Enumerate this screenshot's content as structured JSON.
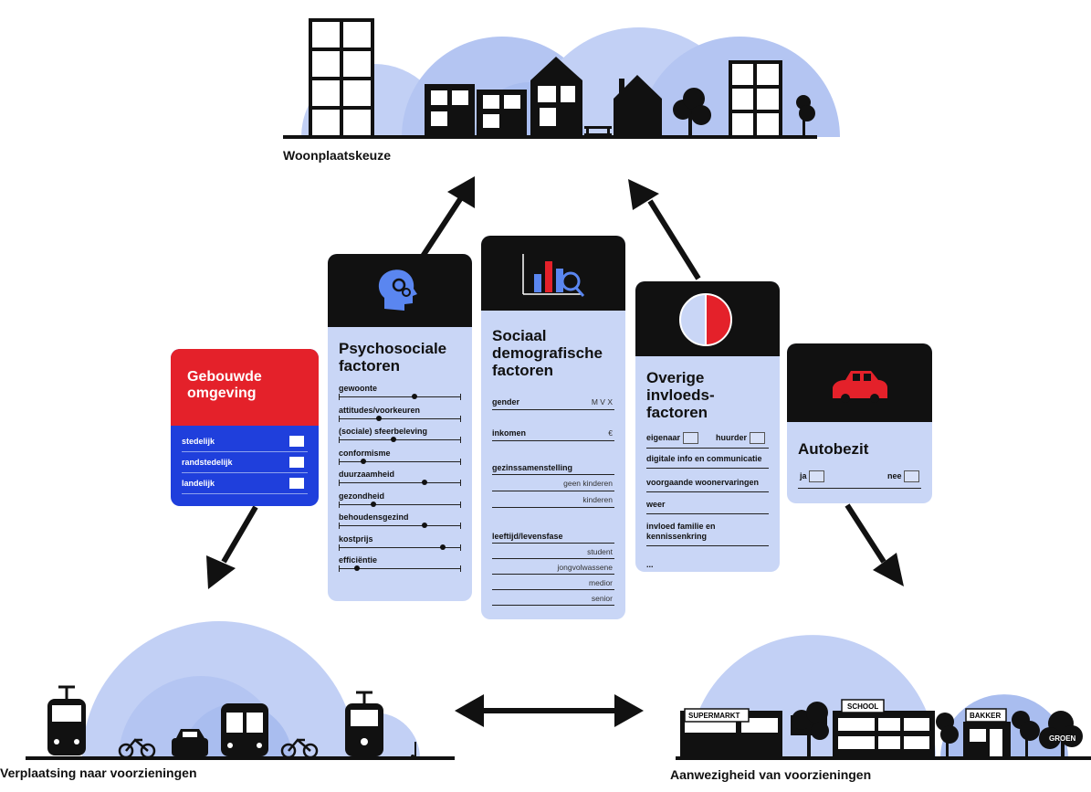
{
  "captions": {
    "top": "Woonplaatskeuze",
    "bottom_left": "Verplaatsing naar voorzieningen",
    "bottom_right": "Aanwezigheid van voorzieningen"
  },
  "shop_signs": {
    "supermarkt": "SUPERMARKT",
    "school": "SCHOOL",
    "bakker": "BAKKER",
    "groen": "GROEN"
  },
  "gebouwde": {
    "title": "Gebouwde omgeving",
    "items": [
      "stedelijk",
      "randstedelijk",
      "landelijk"
    ]
  },
  "psychosociale": {
    "title": "Psychosociale factoren",
    "items": [
      {
        "label": "gewoonte",
        "value": 0.62
      },
      {
        "label": "attitudes/voorkeuren",
        "value": 0.33
      },
      {
        "label": "(sociale) sfeerbeleving",
        "value": 0.45
      },
      {
        "label": "conformisme",
        "value": 0.2
      },
      {
        "label": "duurzaamheid",
        "value": 0.7
      },
      {
        "label": "gezondheid",
        "value": 0.28
      },
      {
        "label": "behoudensgezind",
        "value": 0.7
      },
      {
        "label": "kostprijs",
        "value": 0.85
      },
      {
        "label": "efficiëntie",
        "value": 0.15
      }
    ]
  },
  "sociaal": {
    "title": "Sociaal demografische factoren",
    "gender_label": "gender",
    "gender_options": "M    V    X",
    "inkomen_label": "inkomen",
    "inkomen_unit": "€",
    "gezin_label": "gezinssamenstelling",
    "gezin_options": [
      "geen kinderen",
      "kinderen"
    ],
    "leeftijd_label": "leeftijd/levensfase",
    "leeftijd_options": [
      "student",
      "jongvolwassene",
      "medior",
      "senior"
    ]
  },
  "overige": {
    "title": "Overige invloeds-factoren",
    "eigenaar": "eigenaar",
    "huurder": "huurder",
    "items": [
      "digitale info en communicatie",
      "voorgaande woonervaringen",
      "weer",
      "invloed familie en kennissenkring",
      "..."
    ]
  },
  "autobezit": {
    "title": "Autobezit",
    "ja": "ja",
    "nee": "nee"
  },
  "colors": {
    "blue_light": "#c9d6f6",
    "blue_mid": "#a9bdef",
    "red": "#e4212a",
    "blue_card": "#1f3fdc",
    "black": "#111111"
  }
}
